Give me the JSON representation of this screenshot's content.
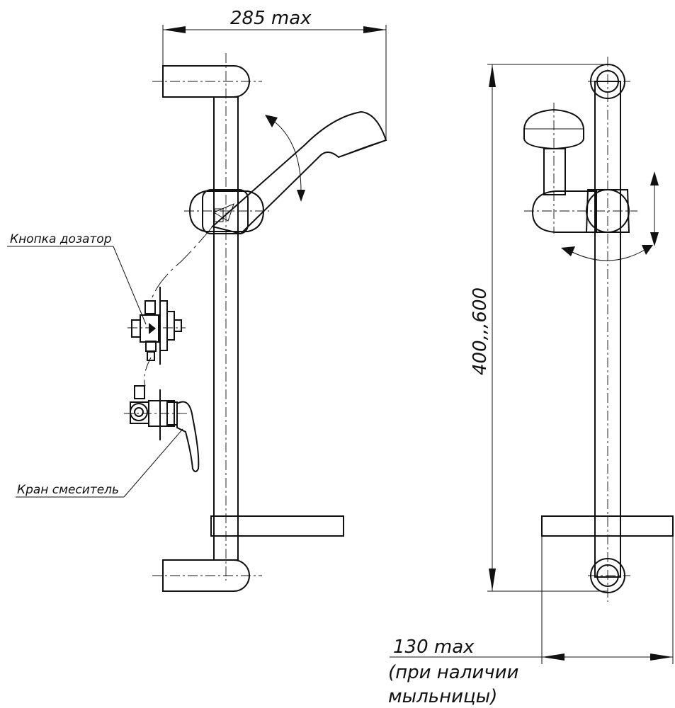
{
  "dimensions": {
    "width_label": "285 max",
    "height_label": "400,,,600",
    "depth_label_line1": "130 max",
    "depth_label_line2": "(при наличии",
    "depth_label_line3": "мыльницы)"
  },
  "callouts": {
    "dispenser_button": "Кнопка дозатор",
    "mixer_tap": "Кран смеситель"
  }
}
